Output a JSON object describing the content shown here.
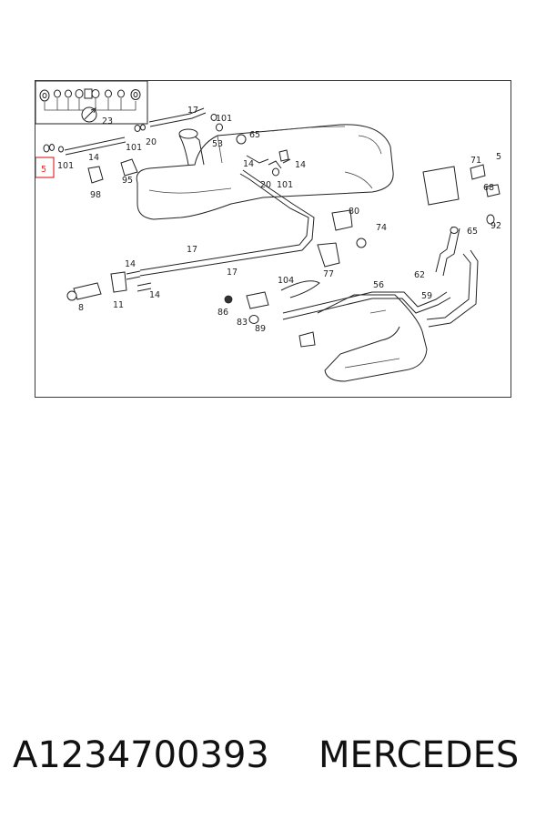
{
  "diagram": {
    "highlight_color": "#e03030",
    "line_color": "#222222",
    "callouts": [
      {
        "id": "c5-highlight",
        "text": "5",
        "highlighted": true
      },
      {
        "id": "c101-a",
        "text": "101"
      },
      {
        "id": "c14-a",
        "text": "14"
      },
      {
        "id": "c98",
        "text": "98"
      },
      {
        "id": "c95",
        "text": "95"
      },
      {
        "id": "c101-b",
        "text": "101"
      },
      {
        "id": "c20-a",
        "text": "20"
      },
      {
        "id": "c17-a",
        "text": "17"
      },
      {
        "id": "c101-c",
        "text": "101"
      },
      {
        "id": "c53",
        "text": "53"
      },
      {
        "id": "c65-a",
        "text": "65"
      },
      {
        "id": "c23",
        "text": "23"
      },
      {
        "id": "c14-b",
        "text": "14"
      },
      {
        "id": "c14-c",
        "text": "14"
      },
      {
        "id": "c20-b",
        "text": "20"
      },
      {
        "id": "c101-d",
        "text": "101"
      },
      {
        "id": "c71",
        "text": "71"
      },
      {
        "id": "c5-b",
        "text": "5"
      },
      {
        "id": "c68",
        "text": "68"
      },
      {
        "id": "c92",
        "text": "92"
      },
      {
        "id": "c65-b",
        "text": "65"
      },
      {
        "id": "c80",
        "text": "80"
      },
      {
        "id": "c74",
        "text": "74"
      },
      {
        "id": "c17-b",
        "text": "17"
      },
      {
        "id": "c14-d",
        "text": "14"
      },
      {
        "id": "c17-c",
        "text": "17"
      },
      {
        "id": "c77",
        "text": "77"
      },
      {
        "id": "c62",
        "text": "62"
      },
      {
        "id": "c14-e",
        "text": "14"
      },
      {
        "id": "c8",
        "text": "8"
      },
      {
        "id": "c11",
        "text": "11"
      },
      {
        "id": "c104",
        "text": "104"
      },
      {
        "id": "c56",
        "text": "56"
      },
      {
        "id": "c59",
        "text": "59"
      },
      {
        "id": "c86",
        "text": "86"
      },
      {
        "id": "c83",
        "text": "83"
      },
      {
        "id": "c89",
        "text": "89"
      }
    ]
  },
  "footer": {
    "part_number": "A1234700393",
    "brand": "MERCEDES"
  }
}
